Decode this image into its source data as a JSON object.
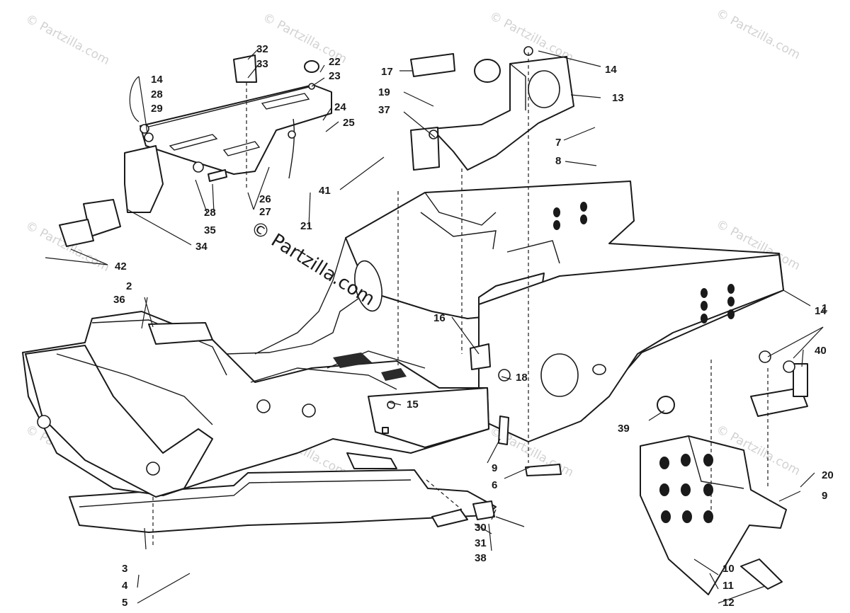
{
  "diagram": {
    "watermark_text": "© Partzilla.com",
    "center_watermark_text": "© Partzilla.com",
    "callouts": [
      {
        "id": "c1",
        "text": "1"
      },
      {
        "id": "c2",
        "text": "2"
      },
      {
        "id": "c3",
        "text": "3"
      },
      {
        "id": "c4",
        "text": "4"
      },
      {
        "id": "c5",
        "text": "5"
      },
      {
        "id": "c6",
        "text": "6"
      },
      {
        "id": "c7",
        "text": "7"
      },
      {
        "id": "c8",
        "text": "8"
      },
      {
        "id": "c9a",
        "text": "9"
      },
      {
        "id": "c9b",
        "text": "9"
      },
      {
        "id": "c10",
        "text": "10"
      },
      {
        "id": "c11",
        "text": "11"
      },
      {
        "id": "c12",
        "text": "12"
      },
      {
        "id": "c13",
        "text": "13"
      },
      {
        "id": "c14a",
        "text": "14"
      },
      {
        "id": "c14b",
        "text": "14"
      },
      {
        "id": "c14c",
        "text": "14"
      },
      {
        "id": "c15",
        "text": "15"
      },
      {
        "id": "c16",
        "text": "16"
      },
      {
        "id": "c17",
        "text": "17"
      },
      {
        "id": "c18",
        "text": "18"
      },
      {
        "id": "c19",
        "text": "19"
      },
      {
        "id": "c20",
        "text": "20"
      },
      {
        "id": "c21",
        "text": "21"
      },
      {
        "id": "c22",
        "text": "22"
      },
      {
        "id": "c23",
        "text": "23"
      },
      {
        "id": "c24",
        "text": "24"
      },
      {
        "id": "c25",
        "text": "25"
      },
      {
        "id": "c26",
        "text": "26"
      },
      {
        "id": "c27",
        "text": "27"
      },
      {
        "id": "c28a",
        "text": "28"
      },
      {
        "id": "c28b",
        "text": "28"
      },
      {
        "id": "c29",
        "text": "29"
      },
      {
        "id": "c30",
        "text": "30"
      },
      {
        "id": "c31",
        "text": "31"
      },
      {
        "id": "c32",
        "text": "32"
      },
      {
        "id": "c33",
        "text": "33"
      },
      {
        "id": "c34",
        "text": "34"
      },
      {
        "id": "c35",
        "text": "35"
      },
      {
        "id": "c36",
        "text": "36"
      },
      {
        "id": "c37",
        "text": "37"
      },
      {
        "id": "c38",
        "text": "38"
      },
      {
        "id": "c39",
        "text": "39"
      },
      {
        "id": "c40",
        "text": "40"
      },
      {
        "id": "c41",
        "text": "41"
      },
      {
        "id": "c42",
        "text": "42"
      }
    ]
  }
}
